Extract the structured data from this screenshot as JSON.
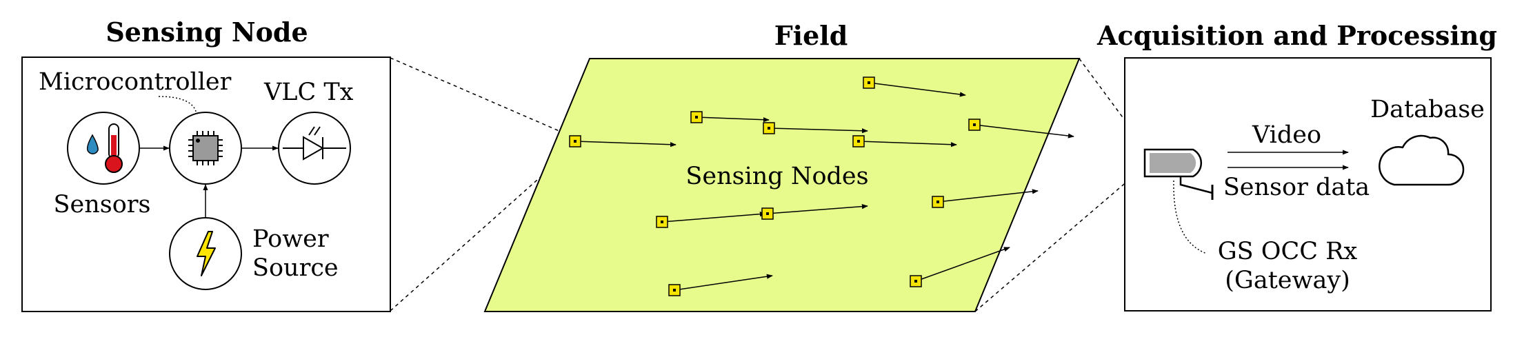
{
  "titles": {
    "sensing_node": "Sensing Node",
    "field": "Field",
    "acquisition": "Acquisition and Processing"
  },
  "sensing_node": {
    "microcontroller_label": "Microcontroller",
    "vlc_label": "VLC Tx",
    "sensors_label": "Sensors",
    "power_label_line1": "Power",
    "power_label_line2": "Source"
  },
  "field": {
    "nodes_label": "Sensing Nodes",
    "fill_color": "#e6fb8c",
    "node_color": "#f5e400"
  },
  "acquisition": {
    "video_label": "Video",
    "sensor_data_label": "Sensor data",
    "database_label": "Database",
    "camera_label_line1": "GS OCC Rx",
    "camera_label_line2": "(Gateway)"
  },
  "colors": {
    "thermometer_red": "#d9141c",
    "water_drop": "#2e8bc0",
    "bolt_yellow": "#ffe600",
    "camera_gray": "#a9a9a9"
  },
  "icons": {
    "sensors": "thermometer-icon",
    "microcontroller": "chip-icon",
    "vlc": "led-icon",
    "power": "lightning-bolt-icon",
    "database": "cloud-icon",
    "camera": "camera-icon"
  }
}
